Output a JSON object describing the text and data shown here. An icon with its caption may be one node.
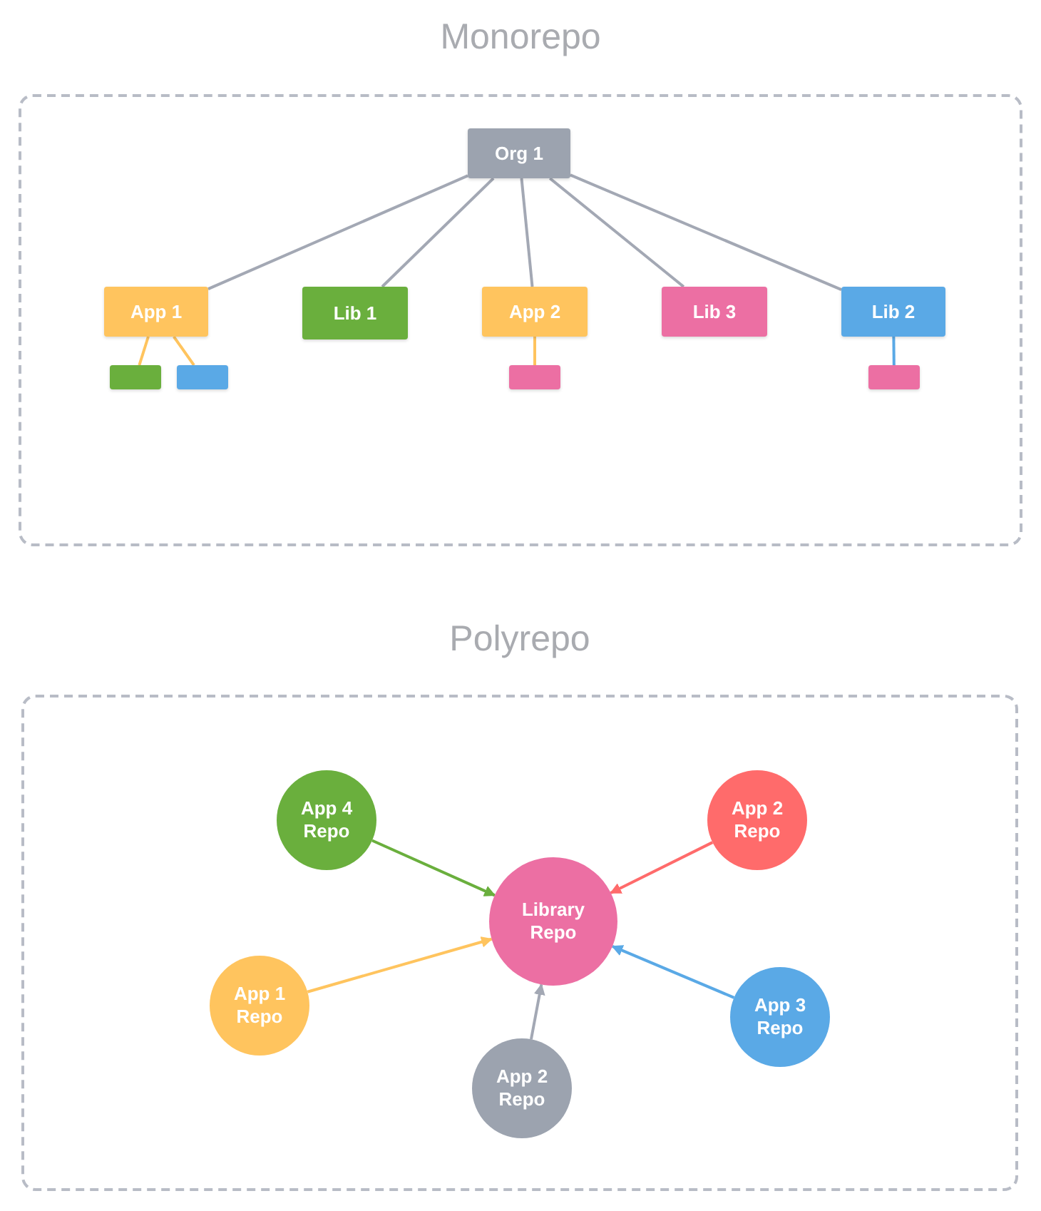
{
  "diagram": {
    "nodes": [
      {
        "text": [
          "Monorepo"
        ]
      },
      {
        "text": [
          "Org 1"
        ],
        "in": 0
      },
      {
        "text": [
          "App 1"
        ],
        "in": 0
      },
      {
        "text": [
          "Lib 1"
        ],
        "in": 0
      },
      {
        "text": [
          "App 2"
        ],
        "in": 0
      },
      {
        "text": [
          "Lib 3"
        ],
        "in": 0
      },
      {
        "text": [
          "Lib 2"
        ],
        "in": 0
      },
      {
        "text": [],
        "shape": "box",
        "in": 0
      },
      {
        "text": [],
        "shape": "box",
        "in": 0
      },
      {
        "text": [],
        "shape": "box",
        "in": 0
      },
      {
        "text": [],
        "shape": "box",
        "in": 0
      },
      {
        "text": [
          "Polyrepo"
        ]
      },
      {
        "text": [
          "App 4 Repo"
        ],
        "in": 11
      },
      {
        "text": [
          "App 2 Repo"
        ],
        "in": 11
      },
      {
        "text": [
          "Library Repo"
        ],
        "in": 11
      },
      {
        "text": [
          "App 1 Repo"
        ],
        "in": 11
      },
      {
        "text": [
          "App 3 Repo"
        ],
        "in": 11
      },
      {
        "text": [
          "App 2 Repo"
        ],
        "in": 11
      }
    ],
    "edges": [
      {
        "from": 1,
        "to": 2,
        "arrow": "none"
      },
      {
        "from": 1,
        "to": 3,
        "arrow": "none"
      },
      {
        "from": 1,
        "to": 4,
        "arrow": "none"
      },
      {
        "from": 1,
        "to": 5,
        "arrow": "none"
      },
      {
        "from": 1,
        "to": 6,
        "arrow": "none"
      },
      {
        "from": 2,
        "to": 7,
        "arrow": "none",
        "color": "#ffc45e"
      },
      {
        "from": 2,
        "to": 8,
        "arrow": "none",
        "color": "#ffc45e"
      },
      {
        "from": 4,
        "to": 9,
        "arrow": "none",
        "color": "#ffc45e"
      },
      {
        "from": 6,
        "to": 10,
        "arrow": "none",
        "color": "#5aa9e6"
      },
      {
        "from": 12,
        "to": 14,
        "arrow": "to",
        "color": "#6aaf3d"
      },
      {
        "from": 13,
        "to": 14,
        "arrow": "to",
        "color": "#ff6b6b"
      },
      {
        "from": 15,
        "to": 14,
        "arrow": "to",
        "color": "#ffc45e"
      },
      {
        "from": 16,
        "to": 14,
        "arrow": "to",
        "color": "#5aa9e6"
      },
      {
        "from": 17,
        "to": 14,
        "arrow": "to"
      }
    ]
  }
}
